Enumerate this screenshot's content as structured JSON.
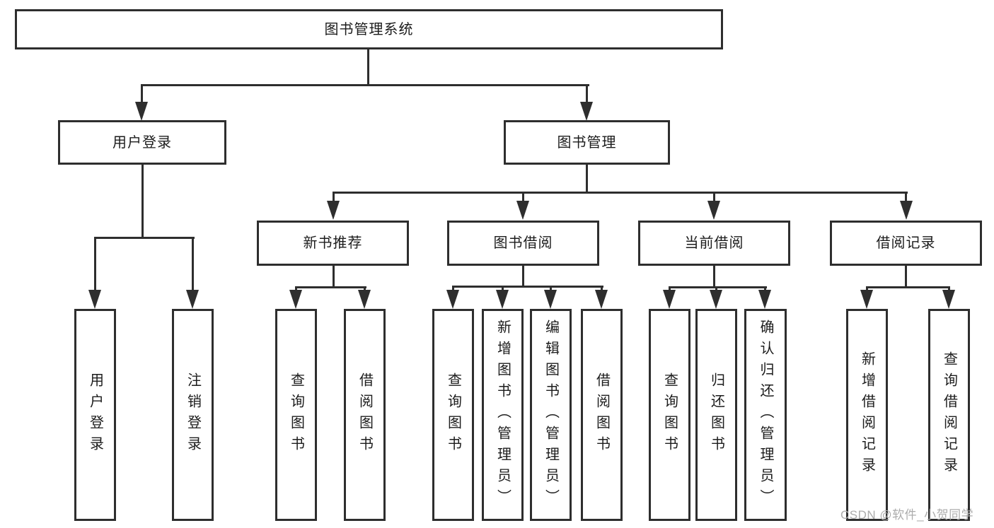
{
  "diagram": {
    "root": "图书管理系统",
    "branches": {
      "user_login": {
        "label": "用户登录",
        "children": [
          "用户登录",
          "注销登录"
        ]
      },
      "book_management": {
        "label": "图书管理",
        "sections": [
          {
            "label": "新书推荐",
            "children": [
              "查询图书",
              "借阅图书"
            ]
          },
          {
            "label": "图书借阅",
            "children": [
              "查询图书",
              "新增图书（管理员）",
              "编辑图书（管理员）",
              "借阅图书"
            ]
          },
          {
            "label": "当前借阅",
            "children": [
              "查询图书",
              "归还图书",
              "确认归还（管理员）"
            ]
          },
          {
            "label": "借阅记录",
            "children": [
              "新增借阅记录",
              "查询借阅记录"
            ]
          }
        ]
      }
    },
    "watermark": "CSDN @软件_小贺同学"
  },
  "colors": {
    "line": "#2e2e2e",
    "text": "#1c1c1c",
    "watermark": "#acacac",
    "background": "#ffffff"
  }
}
